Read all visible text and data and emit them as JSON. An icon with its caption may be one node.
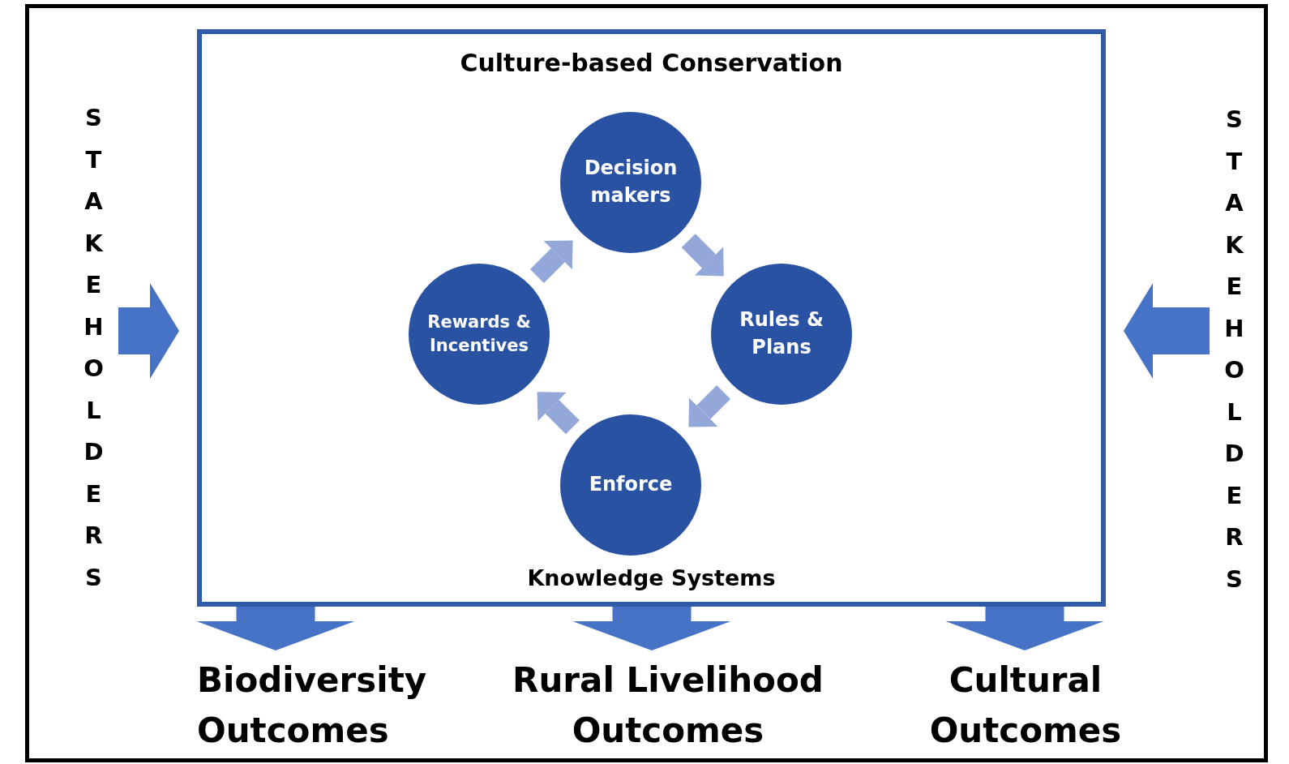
{
  "diagram": {
    "nodes": [
      {
        "text": [
          "Culture-based Conservation",
          "Knowledge Systems"
        ]
      },
      {
        "text": [
          "Decision makers"
        ],
        "in": 0
      },
      {
        "text": [
          "Rules & Plans"
        ],
        "in": 0
      },
      {
        "text": [
          "Enforce"
        ],
        "in": 0
      },
      {
        "text": [
          "Rewards & Incentives"
        ],
        "in": 0
      },
      {
        "text": [
          "STAKEHOLDERS"
        ]
      },
      {
        "text": [
          "STAKEHOLDERS"
        ]
      },
      {
        "text": [
          "Biodiversity Outcomes"
        ]
      },
      {
        "text": [
          "Rural Livelihood Outcomes"
        ]
      },
      {
        "text": [
          "Cultural Outcomes"
        ]
      }
    ],
    "edges": [
      {
        "from": 1,
        "to": 2,
        "arrow": "to",
        "color": "#93a7d8"
      },
      {
        "from": 2,
        "to": 3,
        "arrow": "to",
        "color": "#93a7d8"
      },
      {
        "from": 3,
        "to": 4,
        "arrow": "to",
        "color": "#93a7d8"
      },
      {
        "from": 4,
        "to": 1,
        "arrow": "to",
        "color": "#93a7d8"
      },
      {
        "from": 5,
        "to": 0,
        "arrow": "to"
      },
      {
        "from": 6,
        "to": 0,
        "arrow": "to"
      },
      {
        "from": 0,
        "to": 7,
        "arrow": "to"
      },
      {
        "from": 0,
        "to": 8,
        "arrow": "to"
      },
      {
        "from": 0,
        "to": 9,
        "arrow": "to"
      }
    ]
  }
}
